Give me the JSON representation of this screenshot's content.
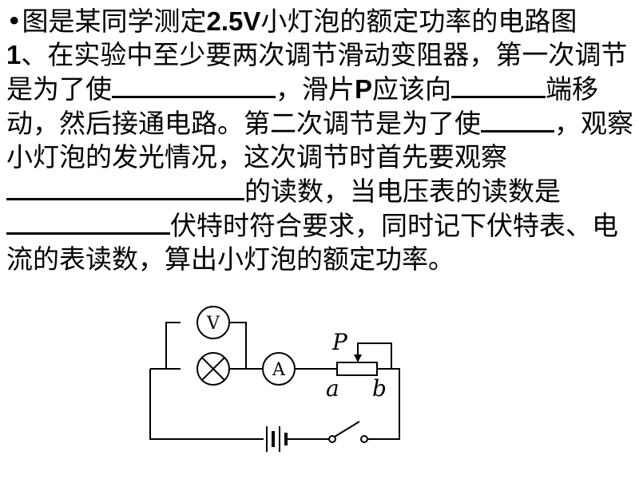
{
  "question": {
    "bullet": "•",
    "intro_a": "图是某同学测定",
    "voltage": "2.5V",
    "intro_b": "小灯泡的额定功率的电路图",
    "num": "1",
    "s1": "、在实验中至少要两次调节滑动变阻器，第一次调节是为了使",
    "s2": "，滑片",
    "p_letter": "P",
    "s3": "应该向",
    "s4": "端移动，然后接通电路。第二次调节是为了使",
    "s5": "，观察小灯泡的发光情况，这次调节时首先要观察",
    "s6": "的读数，当电压表的读数是",
    "s7": "伏特时符合要求，同时记下伏特表、电流的表读数，算出小灯泡的额定功率。"
  },
  "circuit": {
    "voltmeter": "V",
    "ammeter": "A",
    "slider": "P",
    "end_a": "a",
    "end_b": "b"
  }
}
